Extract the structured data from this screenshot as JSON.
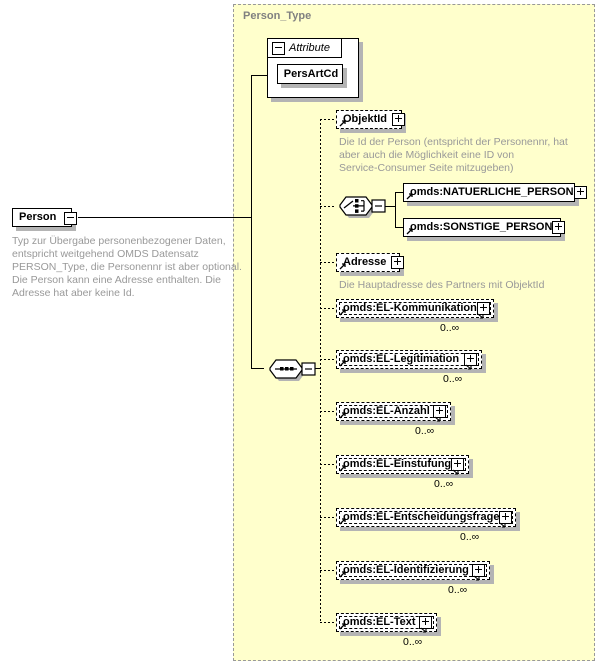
{
  "diagram": {
    "kind": "xsd-schema-diagram",
    "root": {
      "name": "Person",
      "expander": "minus",
      "annotation": "Typ zur Übergabe personenbezogener Daten,\nentspricht weitgehend OMDS Datensatz\nPERSON_Type, die Personennr ist aber optional.\nDie Person kann eine Adresse enthalten. Die\nAdresse hat aber keine Id."
    },
    "type_container": {
      "title": "Person_Type",
      "fill_color": "#ffffcc",
      "border_color": "#999999"
    },
    "attribute_group": {
      "label": "Attribute",
      "expander": "minus",
      "attributes": [
        {
          "name": "PersArtCd"
        }
      ]
    },
    "compositors": [
      {
        "id": "sequence-compositor",
        "kind": "sequence",
        "expander": "minus"
      },
      {
        "id": "choice-compositor",
        "kind": "choice",
        "expander": "minus"
      }
    ],
    "elements": [
      {
        "name": "ObjektId",
        "style": "dashed",
        "expander": "plus",
        "occurs": "",
        "annotation": "Die Id der Person (entspricht der Personennr, hat\naber auch die Möglichkeit eine ID von\nService-Consumer Seite mitzugeben)"
      },
      {
        "name": "omds:NATUERLICHE_PERSON",
        "style": "solid",
        "expander": "plus",
        "occurs": "",
        "annotation": ""
      },
      {
        "name": "omds:SONSTIGE_PERSON",
        "style": "solid",
        "expander": "plus",
        "occurs": "",
        "annotation": ""
      },
      {
        "name": "Adresse",
        "style": "dashed",
        "expander": "plus",
        "occurs": "",
        "annotation": "Die Hauptadresse des Partners mit ObjektId"
      },
      {
        "name": "omds:EL-Kommunikation",
        "style": "repeat",
        "expander": "plus",
        "occurs": "0..∞",
        "annotation": ""
      },
      {
        "name": "omds:EL-Legitimation",
        "style": "repeat",
        "expander": "plus",
        "occurs": "0..∞",
        "annotation": ""
      },
      {
        "name": "omds:EL-Anzahl",
        "style": "repeat",
        "expander": "plus",
        "occurs": "0..∞",
        "annotation": ""
      },
      {
        "name": "omds:EL-Einstufung",
        "style": "repeat",
        "expander": "plus",
        "occurs": "0..∞",
        "annotation": ""
      },
      {
        "name": "omds:EL-Entscheidungsfrage",
        "style": "repeat",
        "expander": "plus",
        "occurs": "0..∞",
        "annotation": ""
      },
      {
        "name": "omds:EL-Identifizierung",
        "style": "repeat",
        "expander": "plus",
        "occurs": "0..∞",
        "annotation": ""
      },
      {
        "name": "omds:EL-Text",
        "style": "repeat",
        "expander": "plus",
        "occurs": "0..∞",
        "annotation": ""
      }
    ]
  }
}
